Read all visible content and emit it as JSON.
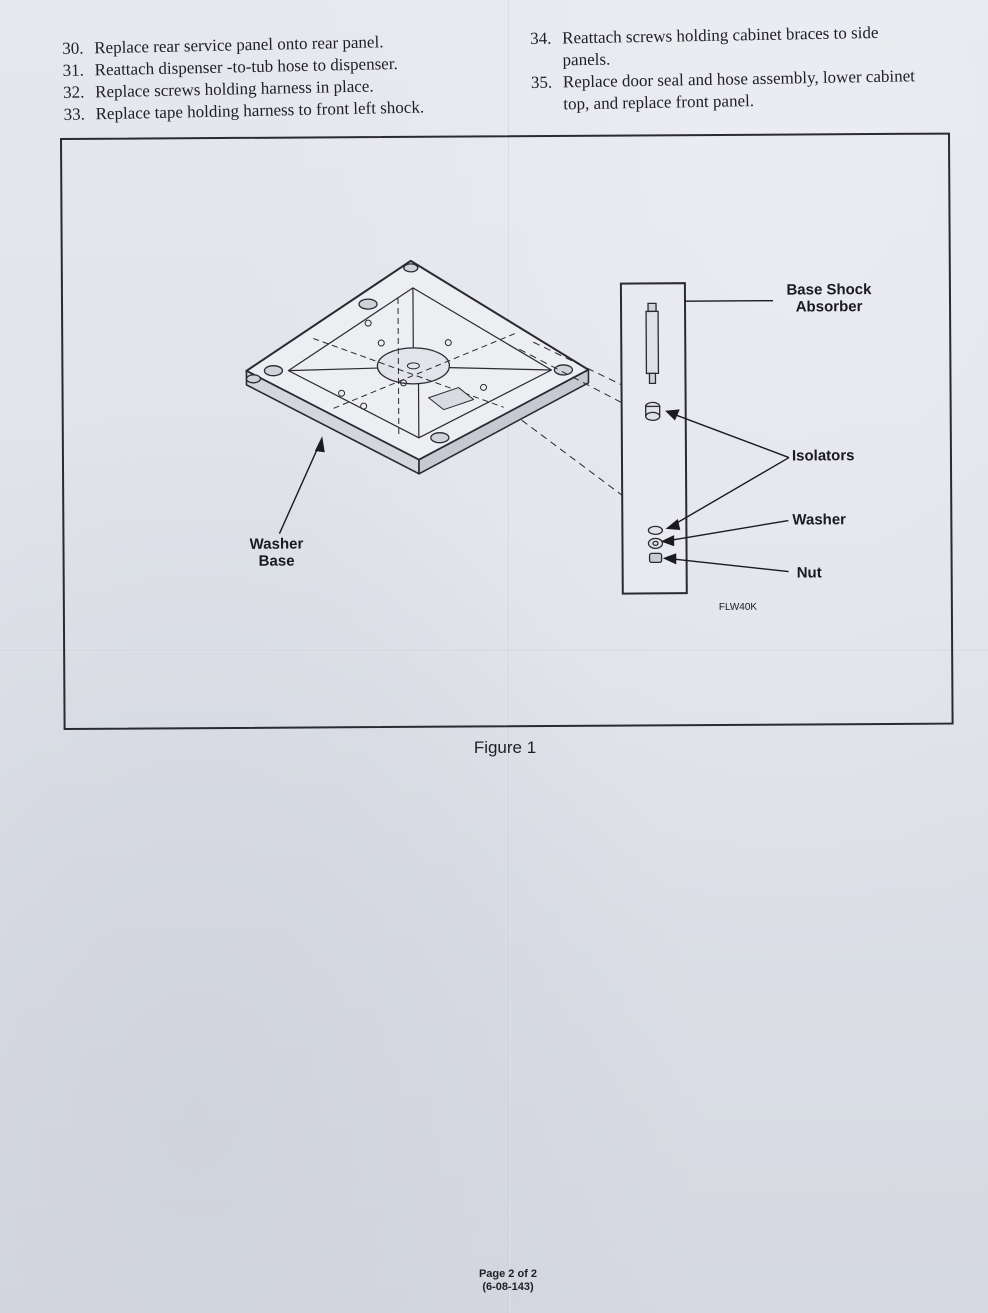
{
  "steps_left": [
    {
      "num": "30.",
      "text": "Replace rear service panel onto rear panel."
    },
    {
      "num": "31.",
      "text": "Reattach dispenser -to-tub hose to dispenser."
    },
    {
      "num": "32.",
      "text": "Replace screws holding harness in place."
    },
    {
      "num": "33.",
      "text": "Replace tape holding harness to front left shock."
    }
  ],
  "steps_right": [
    {
      "num": "34.",
      "text": "Reattach screws holding cabinet braces to side panels."
    },
    {
      "num": "35.",
      "text": "Replace door seal and hose assembly, lower cabinet top, and replace front panel."
    }
  ],
  "figure": {
    "label_base_shock": "Base Shock\nAbsorber",
    "label_isolators": "Isolators",
    "label_washer": "Washer",
    "label_nut": "Nut",
    "label_washer_base": "Washer\nBase",
    "model_code": "FLW40K",
    "caption": "Figure 1"
  },
  "footer": {
    "page": "Page 2 of 2",
    "doc_number": "(6-08-143)"
  }
}
